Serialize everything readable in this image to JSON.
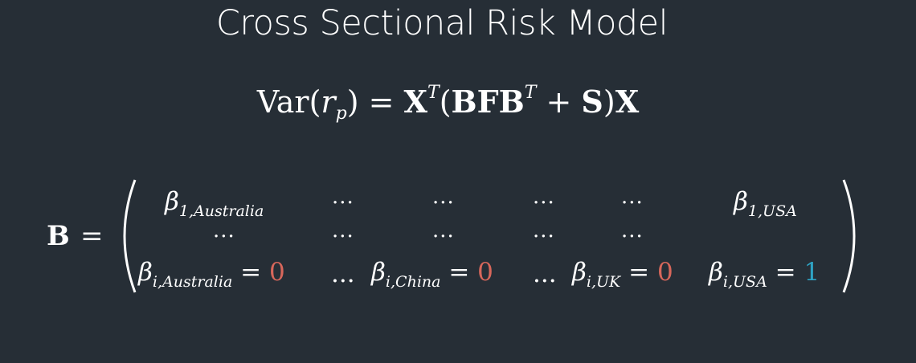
{
  "title": "Cross Sectional Risk Model",
  "equation": {
    "var": "Var",
    "lparen": "(",
    "r": "r",
    "p_sub": "p",
    "rparen": ")",
    "equals": " = ",
    "X": "X",
    "T": "T",
    "open": "(",
    "BFB": "BFB",
    "T2": "T",
    "plus": " + ",
    "S": "S",
    "close": ")",
    "X2": "X"
  },
  "matrix": {
    "lhs_symbol": "B",
    "lhs_equals": "=",
    "beta": "β",
    "row1": {
      "first_sub": "1,Australia",
      "dots": "···",
      "last_sub": "1,USA"
    },
    "row2": {
      "dots": "···"
    },
    "row3": {
      "australia_sub": "i,Australia",
      "australia_value": "0",
      "china_sub": "i,China",
      "china_value": "0",
      "uk_sub": "i,UK",
      "uk_value": "0",
      "usa_sub": "i,USA",
      "usa_value": "1",
      "equals": " = ",
      "dots": "..."
    }
  },
  "colors": {
    "background": "#262e36",
    "zero": "#d8675b",
    "one": "#2ea3c4",
    "text": "#ffffff"
  }
}
